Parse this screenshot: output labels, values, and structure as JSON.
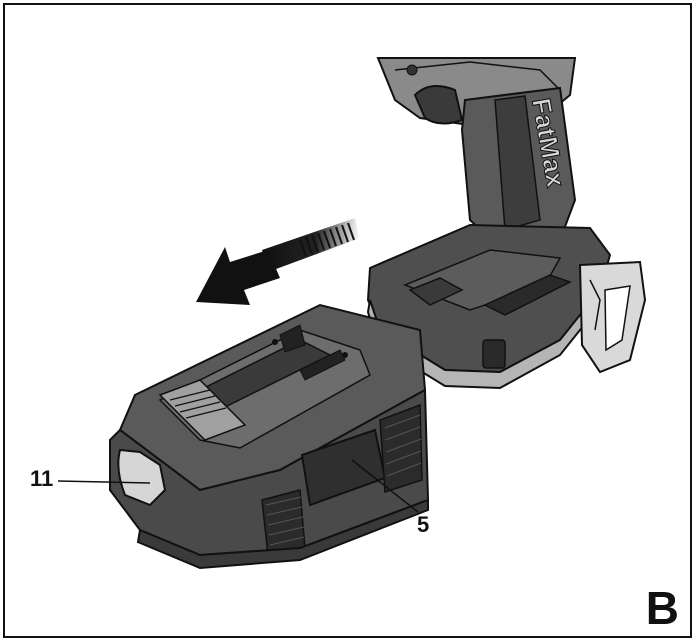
{
  "figure": {
    "letter": "B",
    "callouts": {
      "latch": "11",
      "fuel_gauge": "5"
    },
    "tool_branding": "FatMax"
  },
  "colors": {
    "outline": "#111111",
    "body_dark": "#4a4a4a",
    "body_mid": "#6b6b6b",
    "body_light": "#bdbdbd",
    "rubber": "#2e2e2e"
  }
}
